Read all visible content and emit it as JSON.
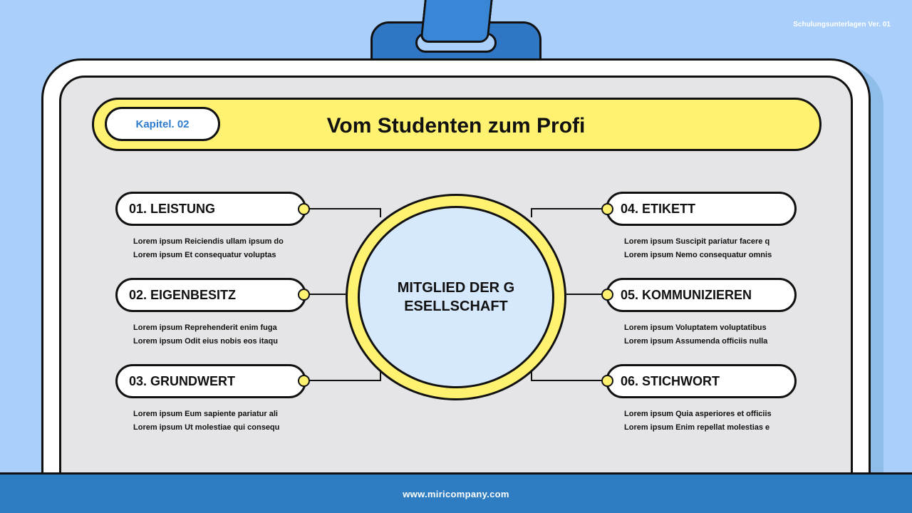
{
  "header": {
    "version_label": "Schulungsunterlagen Ver. 01"
  },
  "title_bar": {
    "chapter": "Kapitel. 02",
    "title": "Vom Studenten zum Profi"
  },
  "center": {
    "text": "MITGLIED DER GESELLSCHAFT"
  },
  "items": [
    {
      "label": "01. LEISTUNG",
      "line1": "Lorem ipsum Reiciendis ullam ipsum do",
      "line2": "Lorem ipsum Et consequatur voluptas"
    },
    {
      "label": "02. EIGENBESITZ",
      "line1": "Lorem ipsum Reprehenderit enim fuga",
      "line2": "Lorem ipsum Odit eius nobis eos itaqu"
    },
    {
      "label": "03. GRUNDWERT",
      "line1": "Lorem ipsum Eum sapiente pariatur ali",
      "line2": "Lorem ipsum Ut molestiae qui consequ"
    },
    {
      "label": "04. ETIKETT",
      "line1": "Lorem ipsum Suscipit pariatur facere q",
      "line2": "Lorem ipsum Nemo consequatur omnis"
    },
    {
      "label": "05. KOMMUNIZIEREN",
      "line1": "Lorem ipsum Voluptatem voluptatibus",
      "line2": "Lorem ipsum Assumenda officiis nulla"
    },
    {
      "label": "06. STICHWORT",
      "line1": "Lorem ipsum Quia asperiores et officiis",
      "line2": "Lorem ipsum Enim repellat molestias e"
    }
  ],
  "footer": {
    "url": "www.miricompany.com"
  },
  "colors": {
    "background": "#a9cffa",
    "accent_yellow": "#fff270",
    "accent_blue": "#2e7dc2",
    "panel": "#e5e4e6"
  }
}
